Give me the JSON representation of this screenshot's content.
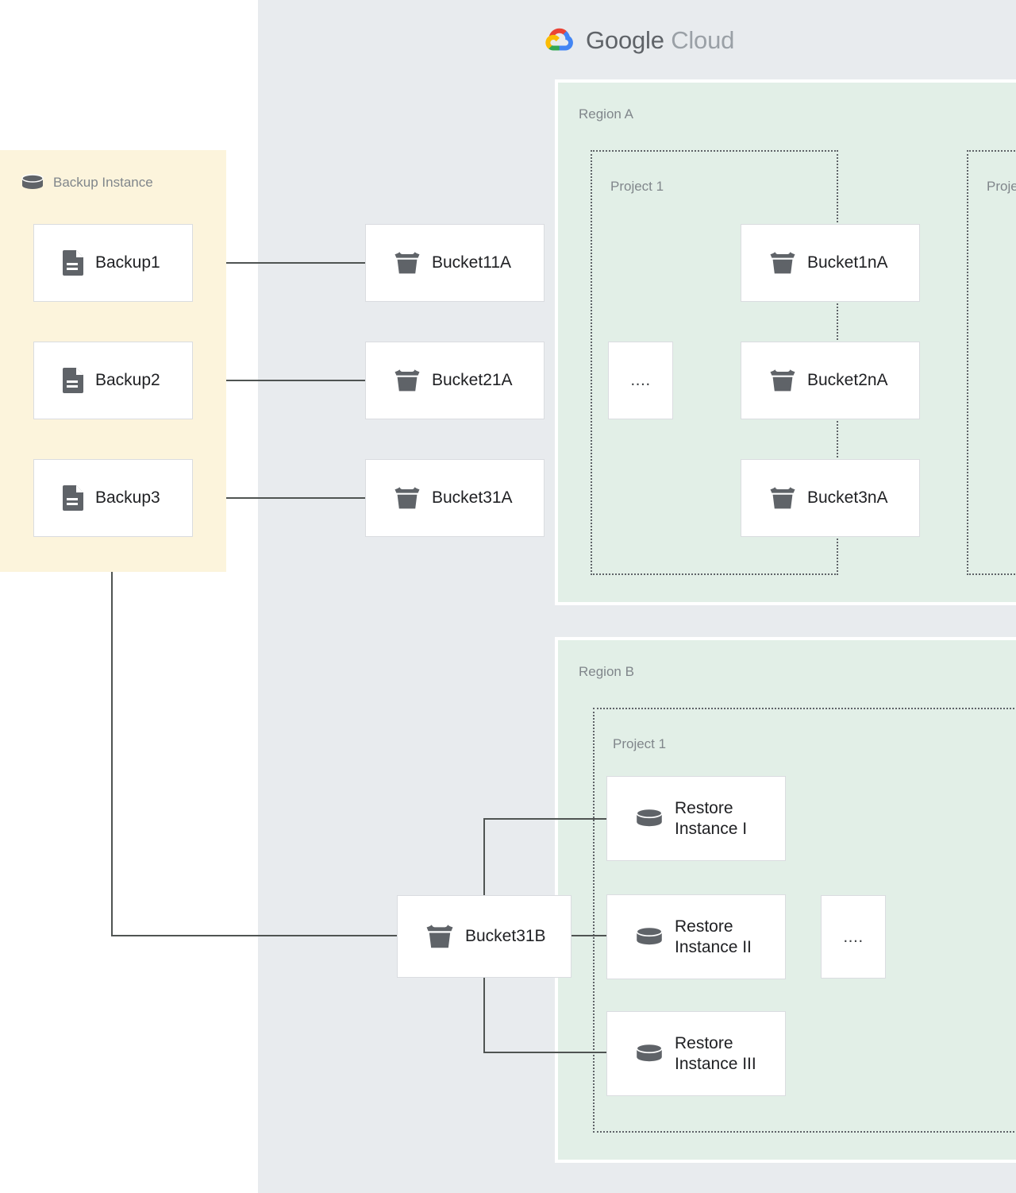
{
  "brand": {
    "logo_icon": "google-cloud-logo-icon",
    "name_part1": "Google",
    "name_part2": "Cloud",
    "colors": {
      "cloud_panel_bg": "#e8ebee",
      "region_bg": "#e2efe7",
      "backup_panel_bg": "#fcf4dc",
      "node_bg": "#ffffff",
      "node_border": "#dadce0",
      "icon_gray": "#5f6368",
      "line": "#4f5452",
      "label_gray": "#80868b",
      "text_dark": "#202124",
      "logo_blue": "#4285f4",
      "logo_red": "#ea4335",
      "logo_yellow": "#fbbc04",
      "logo_green": "#34a853"
    }
  },
  "backup_instance": {
    "title": "Backup Instance",
    "icon": "database-cylinder-icon",
    "backups": [
      {
        "label": "Backup1",
        "icon": "document-icon"
      },
      {
        "label": "Backup2",
        "icon": "document-icon"
      },
      {
        "label": "Backup3",
        "icon": "document-icon"
      }
    ]
  },
  "regions": [
    {
      "label": "Region A",
      "projects": [
        {
          "label": "Project 1",
          "buckets": [
            {
              "label": "Bucket11A",
              "icon": "storage-bucket-icon"
            },
            {
              "label": "Bucket21A",
              "icon": "storage-bucket-icon"
            },
            {
              "label": "Bucket31A",
              "icon": "storage-bucket-icon"
            }
          ]
        },
        {
          "label": "Project n",
          "buckets": [
            {
              "label": "Bucket1nA",
              "icon": "storage-bucket-icon"
            },
            {
              "label": "Bucket2nA",
              "icon": "storage-bucket-icon"
            },
            {
              "label": "Bucket3nA",
              "icon": "storage-bucket-icon"
            }
          ]
        }
      ],
      "ellipsis": "...."
    },
    {
      "label": "Region B",
      "projects": [
        {
          "label": "Project 1",
          "buckets": [
            {
              "label": "Bucket31B",
              "icon": "storage-bucket-icon"
            }
          ],
          "restore_instances": [
            {
              "label": "Restore\nInstance I",
              "icon": "database-cylinder-icon"
            },
            {
              "label": "Restore\nInstance II",
              "icon": "database-cylinder-icon"
            },
            {
              "label": "Restore\nInstance III",
              "icon": "database-cylinder-icon"
            }
          ]
        }
      ],
      "ellipsis": "...."
    }
  ]
}
